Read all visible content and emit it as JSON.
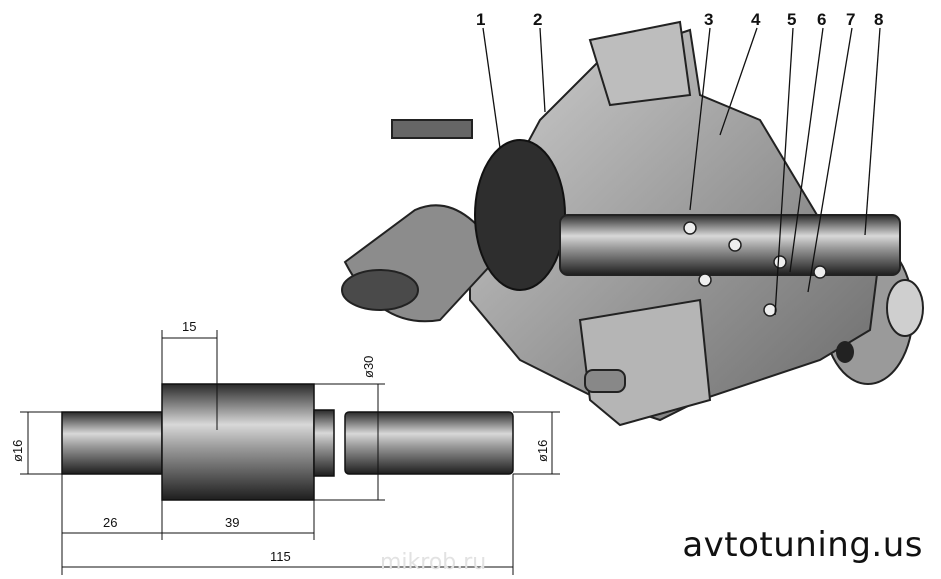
{
  "callouts": [
    "1",
    "2",
    "3",
    "4",
    "5",
    "6",
    "7",
    "8"
  ],
  "dimensions": {
    "collar_width": "15",
    "collar_diameter": "ø30",
    "left_diameter": "ø16",
    "right_diameter": "ø16",
    "left_length": "26",
    "collar_length": "39",
    "total_length": "115"
  },
  "watermark": "avtotuning.us",
  "faint_watermark": "mikrob.ru"
}
